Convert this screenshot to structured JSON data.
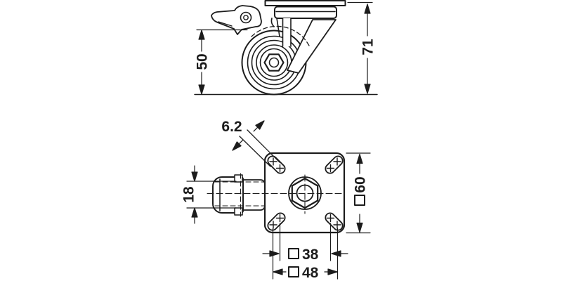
{
  "figure": {
    "title": "Swivel castor with mounting plate and brake — dimensioned technical drawing",
    "views": {
      "side_view": "Side elevation of castor with wheel, swivel plate and brake lever",
      "plan_view": "Plan view of mounting plate with slotted fixing holes and brake pedal"
    }
  },
  "dims": {
    "wheel_diameter": {
      "value": "50"
    },
    "total_height": {
      "value": "71"
    },
    "slot_width": {
      "value": "6.2"
    },
    "pedal_width": {
      "value": "18"
    },
    "plate_size": {
      "value": "60",
      "label": "□60",
      "symbol": "square"
    },
    "bolt_pattern_inner": {
      "value": "38",
      "label": "□38",
      "symbol": "square"
    },
    "bolt_pattern_outer": {
      "value": "48",
      "label": "□48",
      "symbol": "square"
    }
  },
  "style": {
    "line_color": "#1c1c1c",
    "background": "#ffffff"
  }
}
